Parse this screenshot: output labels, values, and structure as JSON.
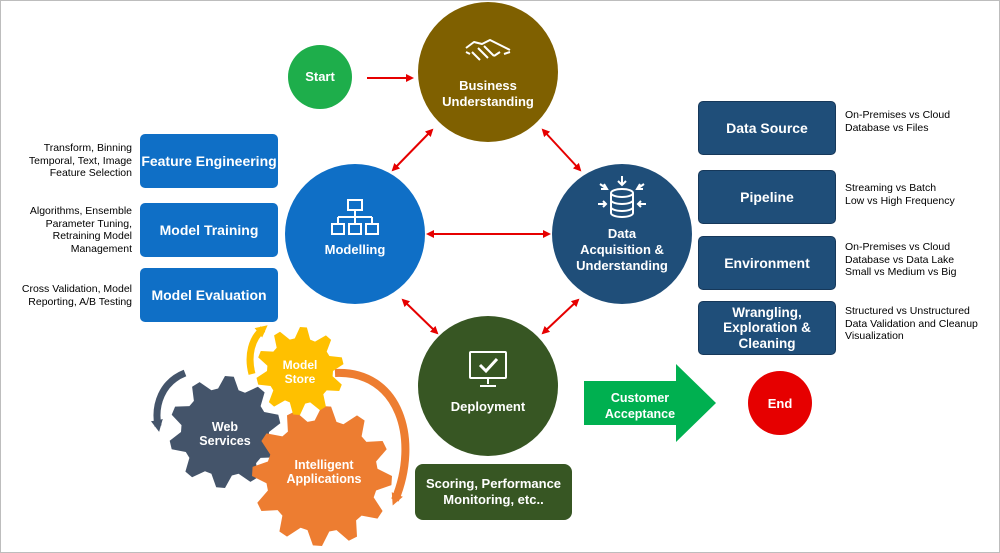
{
  "cycle": {
    "start": "Start",
    "business": "Business\nUnderstanding",
    "modelling": "Modelling",
    "data": "Data\nAcquisition &\nUnderstanding",
    "deployment": "Deployment",
    "end": "End"
  },
  "left_boxes": [
    {
      "label": "Feature Engineering",
      "note": "Transform, Binning\nTemporal, Text, Image\nFeature Selection"
    },
    {
      "label": "Model Training",
      "note": "Algorithms, Ensemble\nParameter Tuning,\nRetraining Model\nManagement"
    },
    {
      "label": "Model Evaluation",
      "note": "Cross Validation, Model\nReporting, A/B Testing"
    }
  ],
  "right_boxes": [
    {
      "label": "Data Source",
      "note": "On-Premises vs Cloud\nDatabase vs Files"
    },
    {
      "label": "Pipeline",
      "note": "Streaming vs Batch\nLow vs High Frequency"
    },
    {
      "label": "Environment",
      "note": "On-Premises vs Cloud\nDatabase vs Data Lake\nSmall vs Medium vs Big"
    },
    {
      "label": "Wrangling,\nExploration &\nCleaning",
      "note": "Structured vs Unstructured\nData Validation and Cleanup\nVisualization"
    }
  ],
  "gears": {
    "model_store": "Model\nStore",
    "web_services": "Web\nServices",
    "intelligent_apps": "Intelligent\nApplications"
  },
  "deployment_box": "Scoring, Performance\nMonitoring, etc..",
  "customer_acceptance": "Customer\nAcceptance",
  "colors": {
    "start": "#1eae4b",
    "business": "#7f6000",
    "modelling": "#0f6fc6",
    "data": "#1f4e79",
    "deployment": "#375623",
    "end": "#e60000",
    "arrow": "#e60000",
    "acceptance": "#00b050",
    "gear_yellow": "#ffc000",
    "gear_slate": "#44546a",
    "gear_orange": "#ed7d31"
  },
  "icons": [
    "handshake-icon",
    "hierarchy-icon",
    "database-icon",
    "monitor-check-icon"
  ]
}
